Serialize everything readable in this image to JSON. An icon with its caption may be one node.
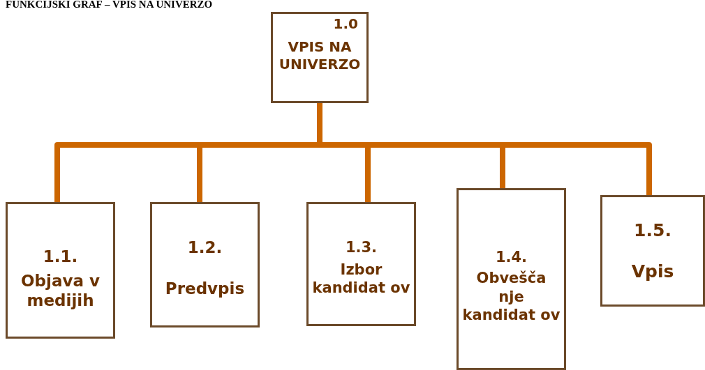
{
  "diagram": {
    "title": "FUNKCIJSKI GRAF – VPIS NA UNIVERZO",
    "nodes": [
      {
        "text": [
          "1.0",
          "VPIS NA UNIVERZO"
        ]
      },
      {
        "text": [
          "1.1.",
          "Objava v medijih"
        ]
      },
      {
        "text": [
          "1.2.",
          "Predvpis"
        ]
      },
      {
        "text": [
          "1.3.",
          "Izbor kandidat ov"
        ]
      },
      {
        "text": [
          "1.4.",
          "Obvešča nje kandidat ov"
        ]
      },
      {
        "text": [
          "1.5.",
          "Vpis"
        ]
      }
    ],
    "edges": [
      {
        "from": 0,
        "to": 1,
        "arrow": "none"
      },
      {
        "from": 0,
        "to": 2,
        "arrow": "none"
      },
      {
        "from": 0,
        "to": 3,
        "arrow": "none"
      },
      {
        "from": 0,
        "to": 4,
        "arrow": "none"
      },
      {
        "from": 0,
        "to": 5,
        "arrow": "none"
      }
    ]
  }
}
